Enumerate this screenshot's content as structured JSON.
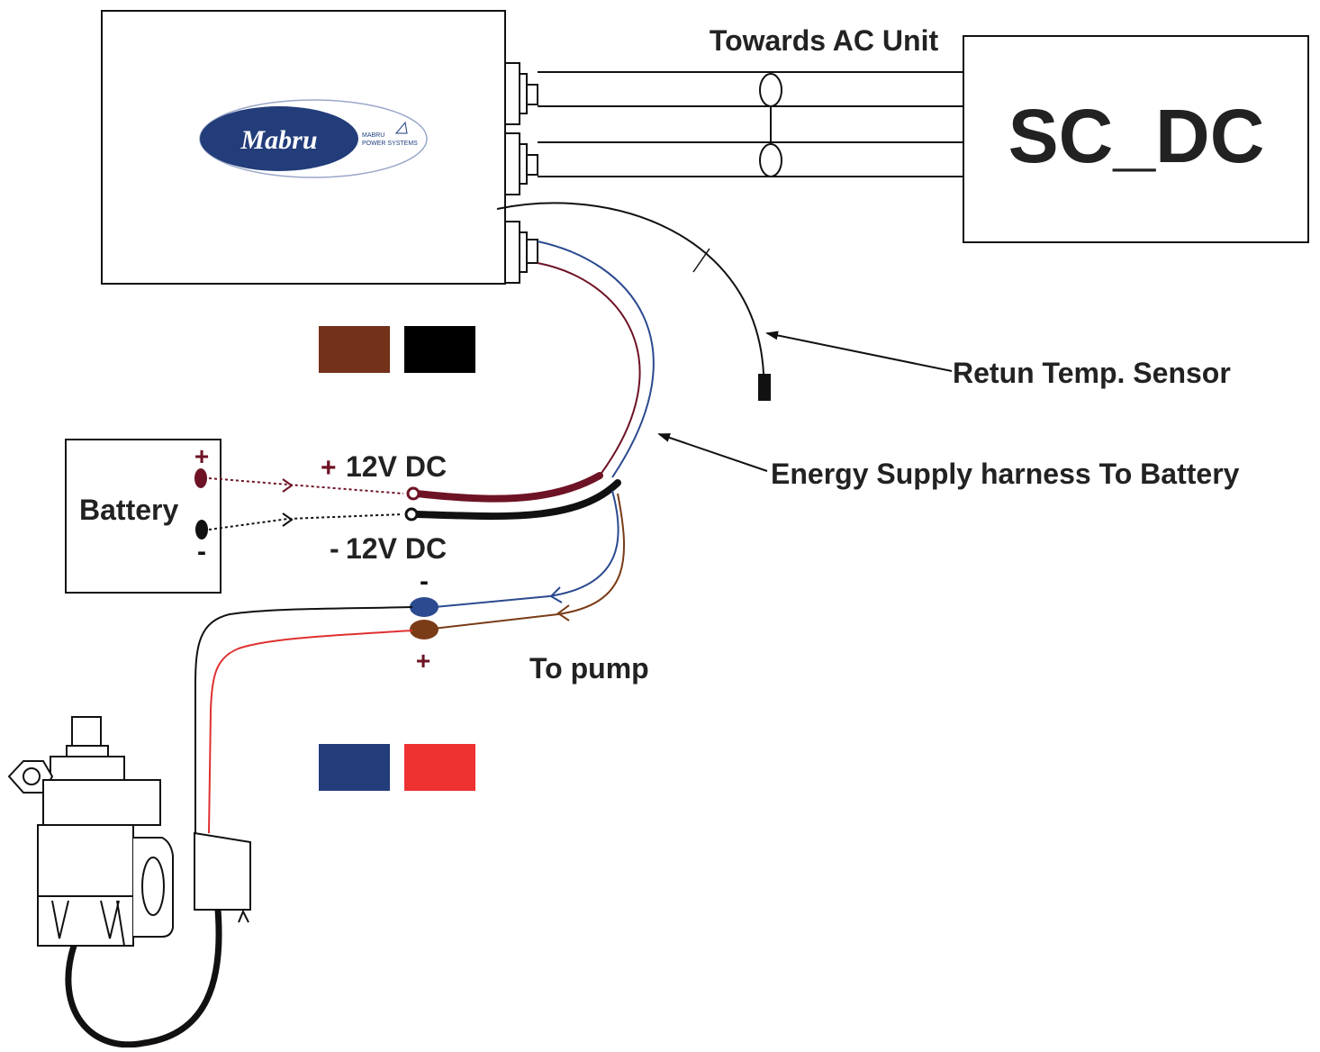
{
  "labels": {
    "towards_ac": "Towards AC Unit",
    "sc_dc": "SC_DC",
    "return_sensor": "Retun Temp. Sensor",
    "energy_harness": "Energy Supply harness To Battery",
    "battery": "Battery",
    "plus_12v": "12V DC",
    "minus_12v": "12V DC",
    "to_pump": "To pump",
    "plus_sign": "+",
    "minus_sign": "-"
  },
  "logo": {
    "brand": "Mabru",
    "tag_line1": "MABRU",
    "tag_line2": "POWER SYSTEMS"
  },
  "swatches": {
    "top": [
      "#73311a",
      "#000000"
    ],
    "bottom": [
      "#233d7a",
      "#ee3131"
    ]
  },
  "colors": {
    "wire_positive": "#6e1325",
    "wire_negative": "#111111",
    "wire_blue": "#2b4a8f",
    "wire_brown": "#7a3c17",
    "wire_red": "#e03030",
    "plus_mark": "#6e1325",
    "logo_blue": "#233d7a"
  }
}
